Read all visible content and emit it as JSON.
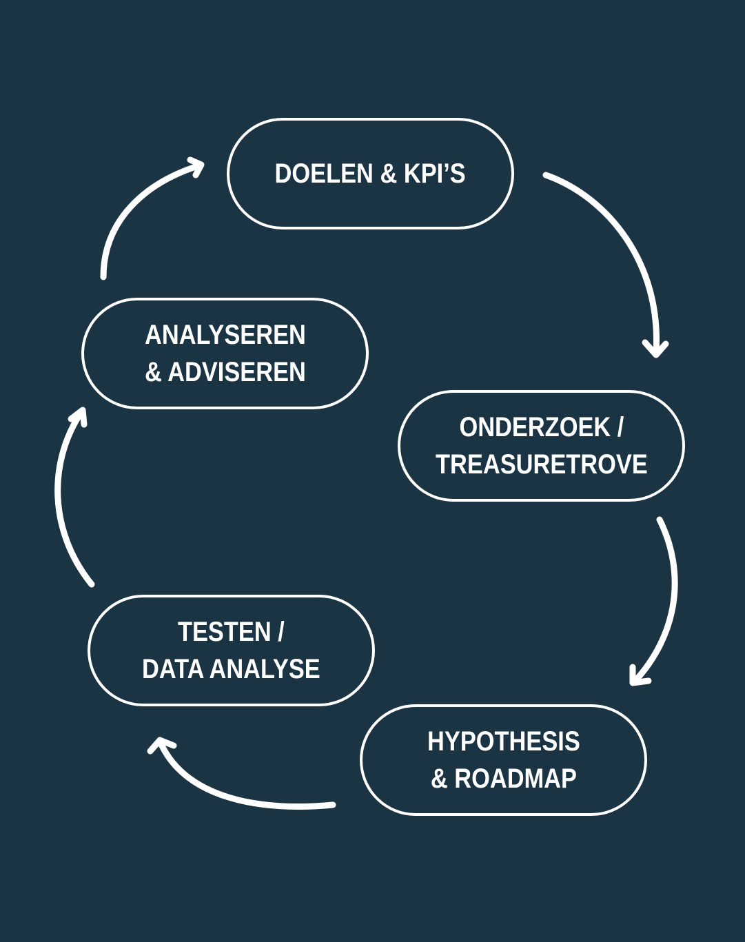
{
  "diagram": {
    "title": "",
    "colors": {
      "background": "#1b3444",
      "foreground": "#ffffff"
    },
    "nodes": [
      {
        "id": "doelen",
        "label": "DOELEN & KPI’S"
      },
      {
        "id": "onderzoek",
        "label": "ONDERZOEK /\nTREASURETROVE"
      },
      {
        "id": "hypothesis",
        "label": "HYPOTHESIS\n& ROADMAP"
      },
      {
        "id": "testen",
        "label": "TESTEN /\nDATA ANALYSE"
      },
      {
        "id": "analyseren",
        "label": "ANALYSEREN\n& ADVISEREN"
      }
    ],
    "edges": [
      {
        "from": "doelen",
        "to": "onderzoek"
      },
      {
        "from": "onderzoek",
        "to": "hypothesis"
      },
      {
        "from": "hypothesis",
        "to": "testen"
      },
      {
        "from": "testen",
        "to": "analyseren"
      },
      {
        "from": "analyseren",
        "to": "doelen"
      }
    ]
  }
}
